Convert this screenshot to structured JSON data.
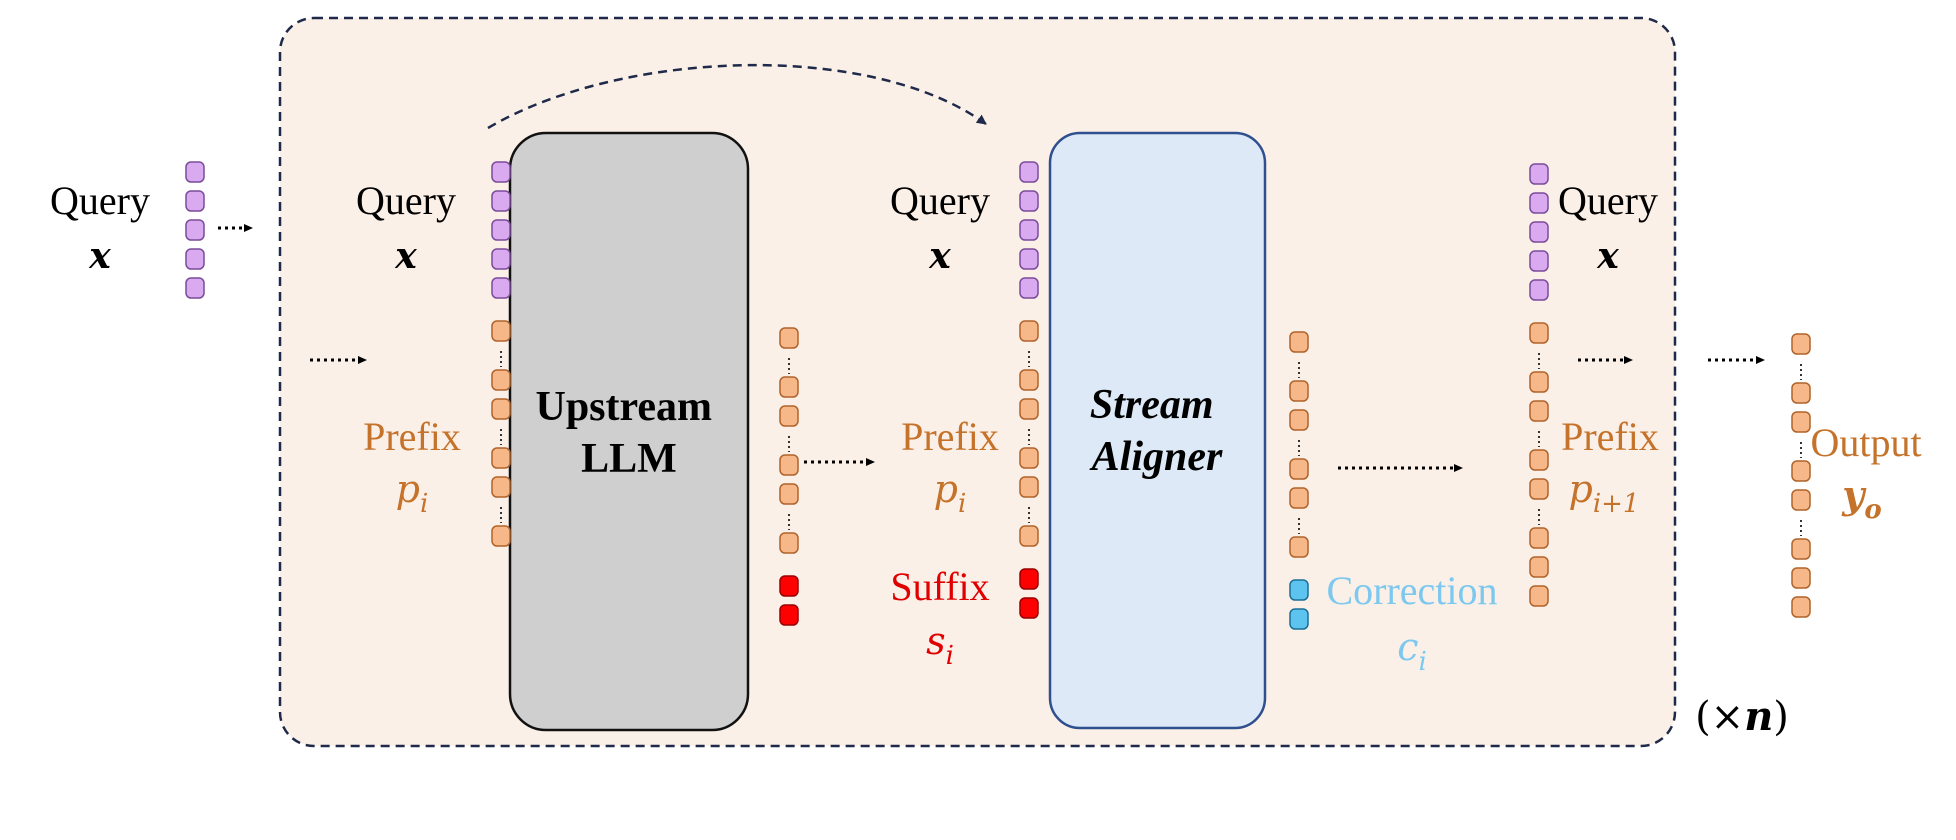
{
  "diagram": {
    "input": {
      "label": "Query",
      "symbol": "x"
    },
    "stage1": {
      "query_label": "Query",
      "query_symbol": "x",
      "prefix_label": "Prefix",
      "prefix_symbol": "p",
      "prefix_sub": "i"
    },
    "upstream_llm": {
      "line1": "Upstream",
      "line2": "LLM"
    },
    "stage2": {
      "query_label": "Query",
      "query_symbol": "x",
      "prefix_label": "Prefix",
      "prefix_symbol": "p",
      "prefix_sub": "i",
      "suffix_label": "Suffix",
      "suffix_symbol": "s",
      "suffix_sub": "i"
    },
    "stream_aligner": {
      "line1": "Stream",
      "line2": "Aligner"
    },
    "correction": {
      "label": "Correction",
      "symbol": "c",
      "sub": "i"
    },
    "stage3": {
      "query_label": "Query",
      "query_symbol": "x",
      "prefix_label": "Prefix",
      "prefix_symbol": "p",
      "prefix_sub": "i+1"
    },
    "output": {
      "label": "Output",
      "symbol": "y",
      "sub": "o"
    },
    "repeat": {
      "open": "(×",
      "symbol": "n",
      "close": ")"
    },
    "colors": {
      "query_token": "#d9aaf0",
      "prefix_token": "#f6b889",
      "suffix_token": "#ff0000",
      "correction_token": "#5cc4ef",
      "prefix_text": "#c5722a",
      "suffix_text": "#e00000",
      "correction_text": "#7cc8ee",
      "loop_bg": "#fbf0e8",
      "llm_box": "#cfcfcf",
      "aligner_box": "#dde9f6",
      "aligner_border": "#2f4f8f"
    }
  }
}
